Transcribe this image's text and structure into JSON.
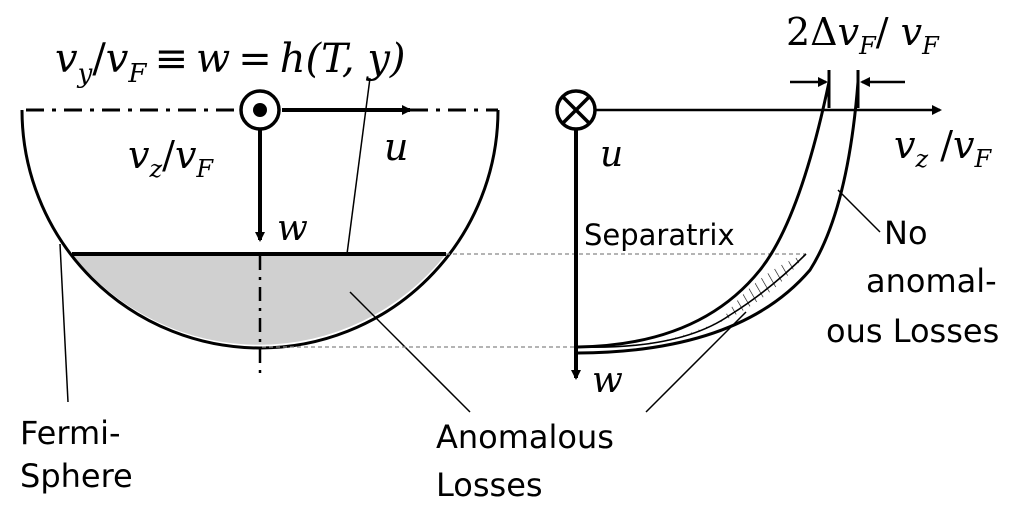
{
  "left_panel": {
    "title": {
      "lhs_v": "v",
      "lhs_sub_y": "y",
      "slash": "/",
      "rhs_v": "v",
      "rhs_sub_F": "F",
      "equiv": "≡",
      "w": "w",
      "eq": "=",
      "h": "h",
      "args": "(T, y)"
    },
    "axis_u_label": "u",
    "axis_w_label": "w",
    "vz_label_v": "v",
    "vz_label_sub_z": "z",
    "vz_label_slash": "/",
    "vz_label_v2": "v",
    "vz_label_sub_F": "F",
    "fermi_label_line1": "Fermi-",
    "fermi_label_line2": "Sphere",
    "anomalous_line1": "Anomalous",
    "anomalous_line2": "Losses"
  },
  "right_panel": {
    "delta_label": {
      "two": "2Δ",
      "v": "v",
      "sub_F": "F",
      "slash": "/ ",
      "v2": "v",
      "sub_F2": "F"
    },
    "axis_u_label": "u",
    "axis_w_label": "w",
    "vz_label": {
      "v": "v",
      "sub_z": "z",
      "slash": " /",
      "v2": "v",
      "sub_F": "F"
    },
    "separatrix_label": "Separatrix",
    "no_losses_line1": "No",
    "no_losses_line2": "anomal-",
    "no_losses_line3": "ous Losses"
  },
  "colors": {
    "shaded_region": "#d0d0d0",
    "stroke": "#000000",
    "dashed_guides": "#888888"
  }
}
